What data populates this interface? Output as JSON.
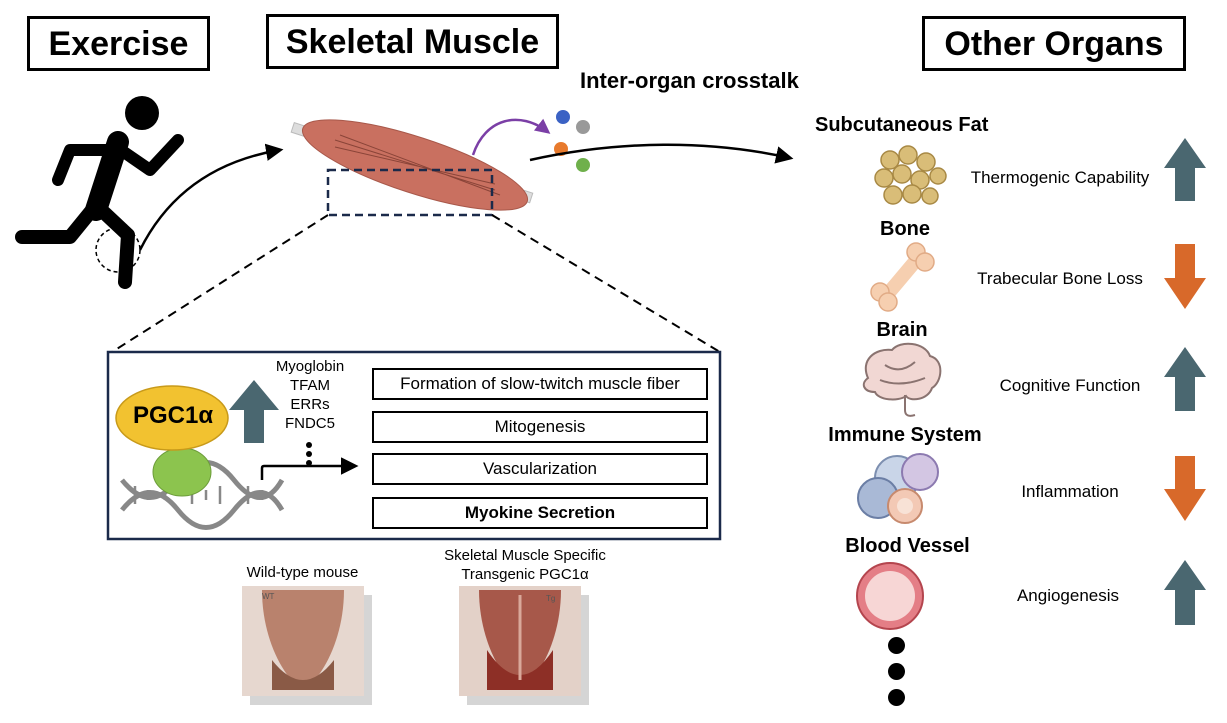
{
  "headers": {
    "exercise": "Exercise",
    "skeletal_muscle": "Skeletal Muscle",
    "other_organs": "Other Organs"
  },
  "crosstalk_label": "Inter-organ crosstalk",
  "pgc": {
    "label": "PGC1α",
    "genes": [
      "Myoglobin",
      "TFAM",
      "ERRs",
      "FNDC5"
    ]
  },
  "effects": [
    "Formation of slow-twitch muscle fiber",
    "Mitogenesis",
    "Vascularization",
    "Myokine Secretion"
  ],
  "mice": {
    "wild_type": "Wild-type mouse",
    "wild_type_tag": "WT",
    "transgenic_line1": "Skeletal Muscle Specific",
    "transgenic_line2": "Transgenic PGC1α",
    "transgenic_tag": "Tg"
  },
  "organs": [
    {
      "name": "Subcutaneous Fat",
      "effect": "Thermogenic Capability",
      "direction": "up"
    },
    {
      "name": "Bone",
      "effect": "Trabecular Bone Loss",
      "direction": "down"
    },
    {
      "name": "Brain",
      "effect": "Cognitive Function",
      "direction": "up"
    },
    {
      "name": "Immune System",
      "effect": "Inflammation",
      "direction": "down"
    },
    {
      "name": "Blood Vessel",
      "effect": "Angiogenesis",
      "direction": "up"
    }
  ],
  "colors": {
    "up_arrow": "#4a6770",
    "down_arrow": "#d8692a",
    "pgc_ellipse": "#f2c230",
    "receptor": "#8cc44e",
    "muscle": "#c97060",
    "crosstalk_arrow": "#7b3fa6"
  }
}
